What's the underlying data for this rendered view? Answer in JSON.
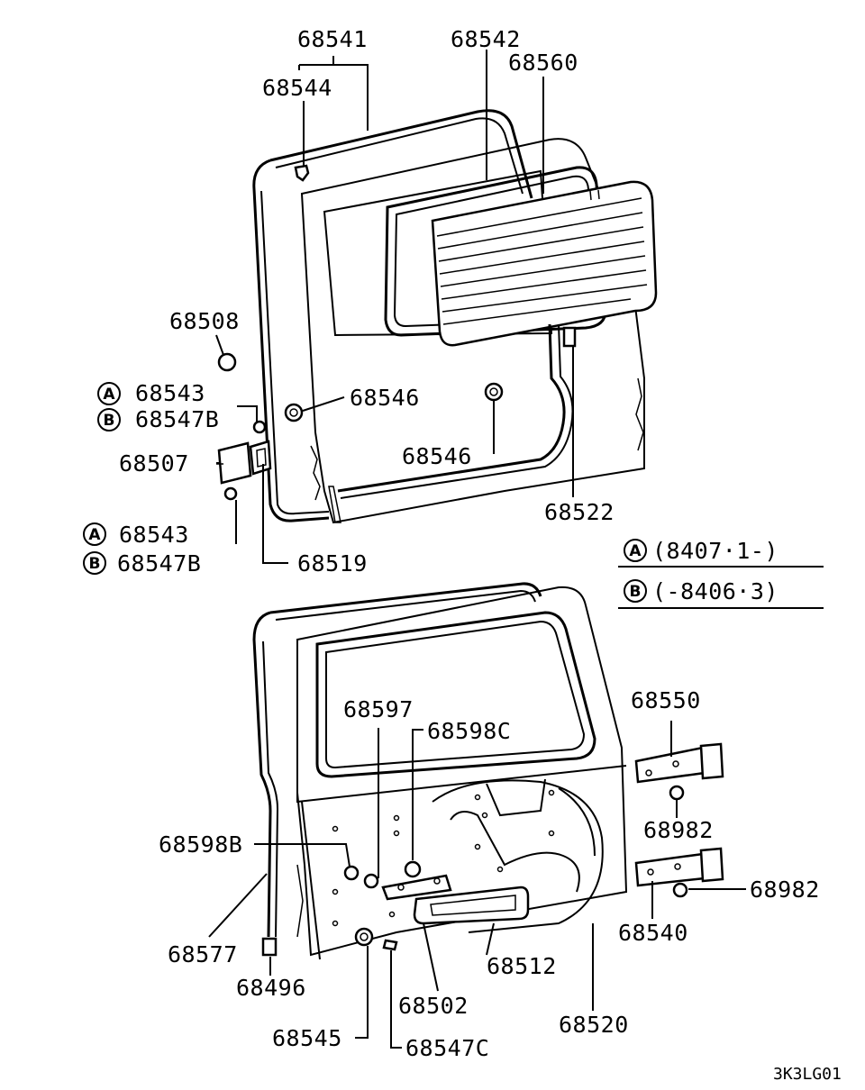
{
  "labels": {
    "p68541": "68541",
    "p68542": "68542",
    "p68560": "68560",
    "p68544": "68544",
    "p68508": "68508",
    "p68543_top": "68543",
    "p68547B_top": "68547B",
    "p68546_left": "68546",
    "p68546_right": "68546",
    "p68507": "68507",
    "p68543_bot": "68543",
    "p68547B_bot": "68547B",
    "p68519": "68519",
    "p68522": "68522",
    "p68597": "68597",
    "p68598C": "68598C",
    "p68550": "68550",
    "p68982_top": "68982",
    "p68982_right": "68982",
    "p68598B": "68598B",
    "p68540": "68540",
    "p68577": "68577",
    "p68512": "68512",
    "p68496": "68496",
    "p68502": "68502",
    "p68520": "68520",
    "p68545": "68545",
    "p68547C": "68547C"
  },
  "legend": {
    "a_marker": "A",
    "a_text": "(8407·1-)",
    "b_marker": "B",
    "b_text": "(-8406·3)"
  },
  "markers": {
    "a": "A",
    "b": "B"
  },
  "figure_code": "3K3LG01"
}
